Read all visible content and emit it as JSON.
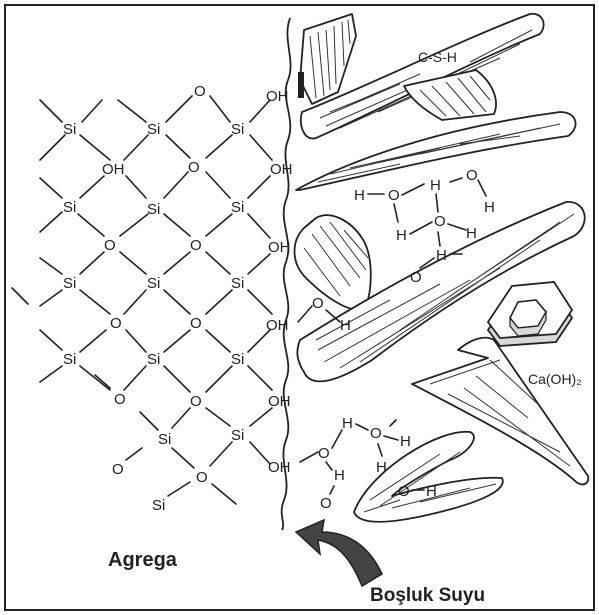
{
  "labels": {
    "aggregate": "Agrega",
    "pore_water": "Boşluk Suyu",
    "csh": "C-S-H",
    "caoh2": "Ca(OH)₂"
  },
  "atoms": {
    "si": "Si",
    "o": "O",
    "oh": "OH",
    "h": "H"
  },
  "colors": {
    "line": "#222222",
    "arrow": "#444444",
    "hexagon_top": "#ffffff",
    "hexagon_side": "#d8d8d8",
    "background": "#ffffff"
  },
  "icons": {
    "arrow": "curved-arrow-icon",
    "crystal": "hexagonal-crystal-icon"
  }
}
